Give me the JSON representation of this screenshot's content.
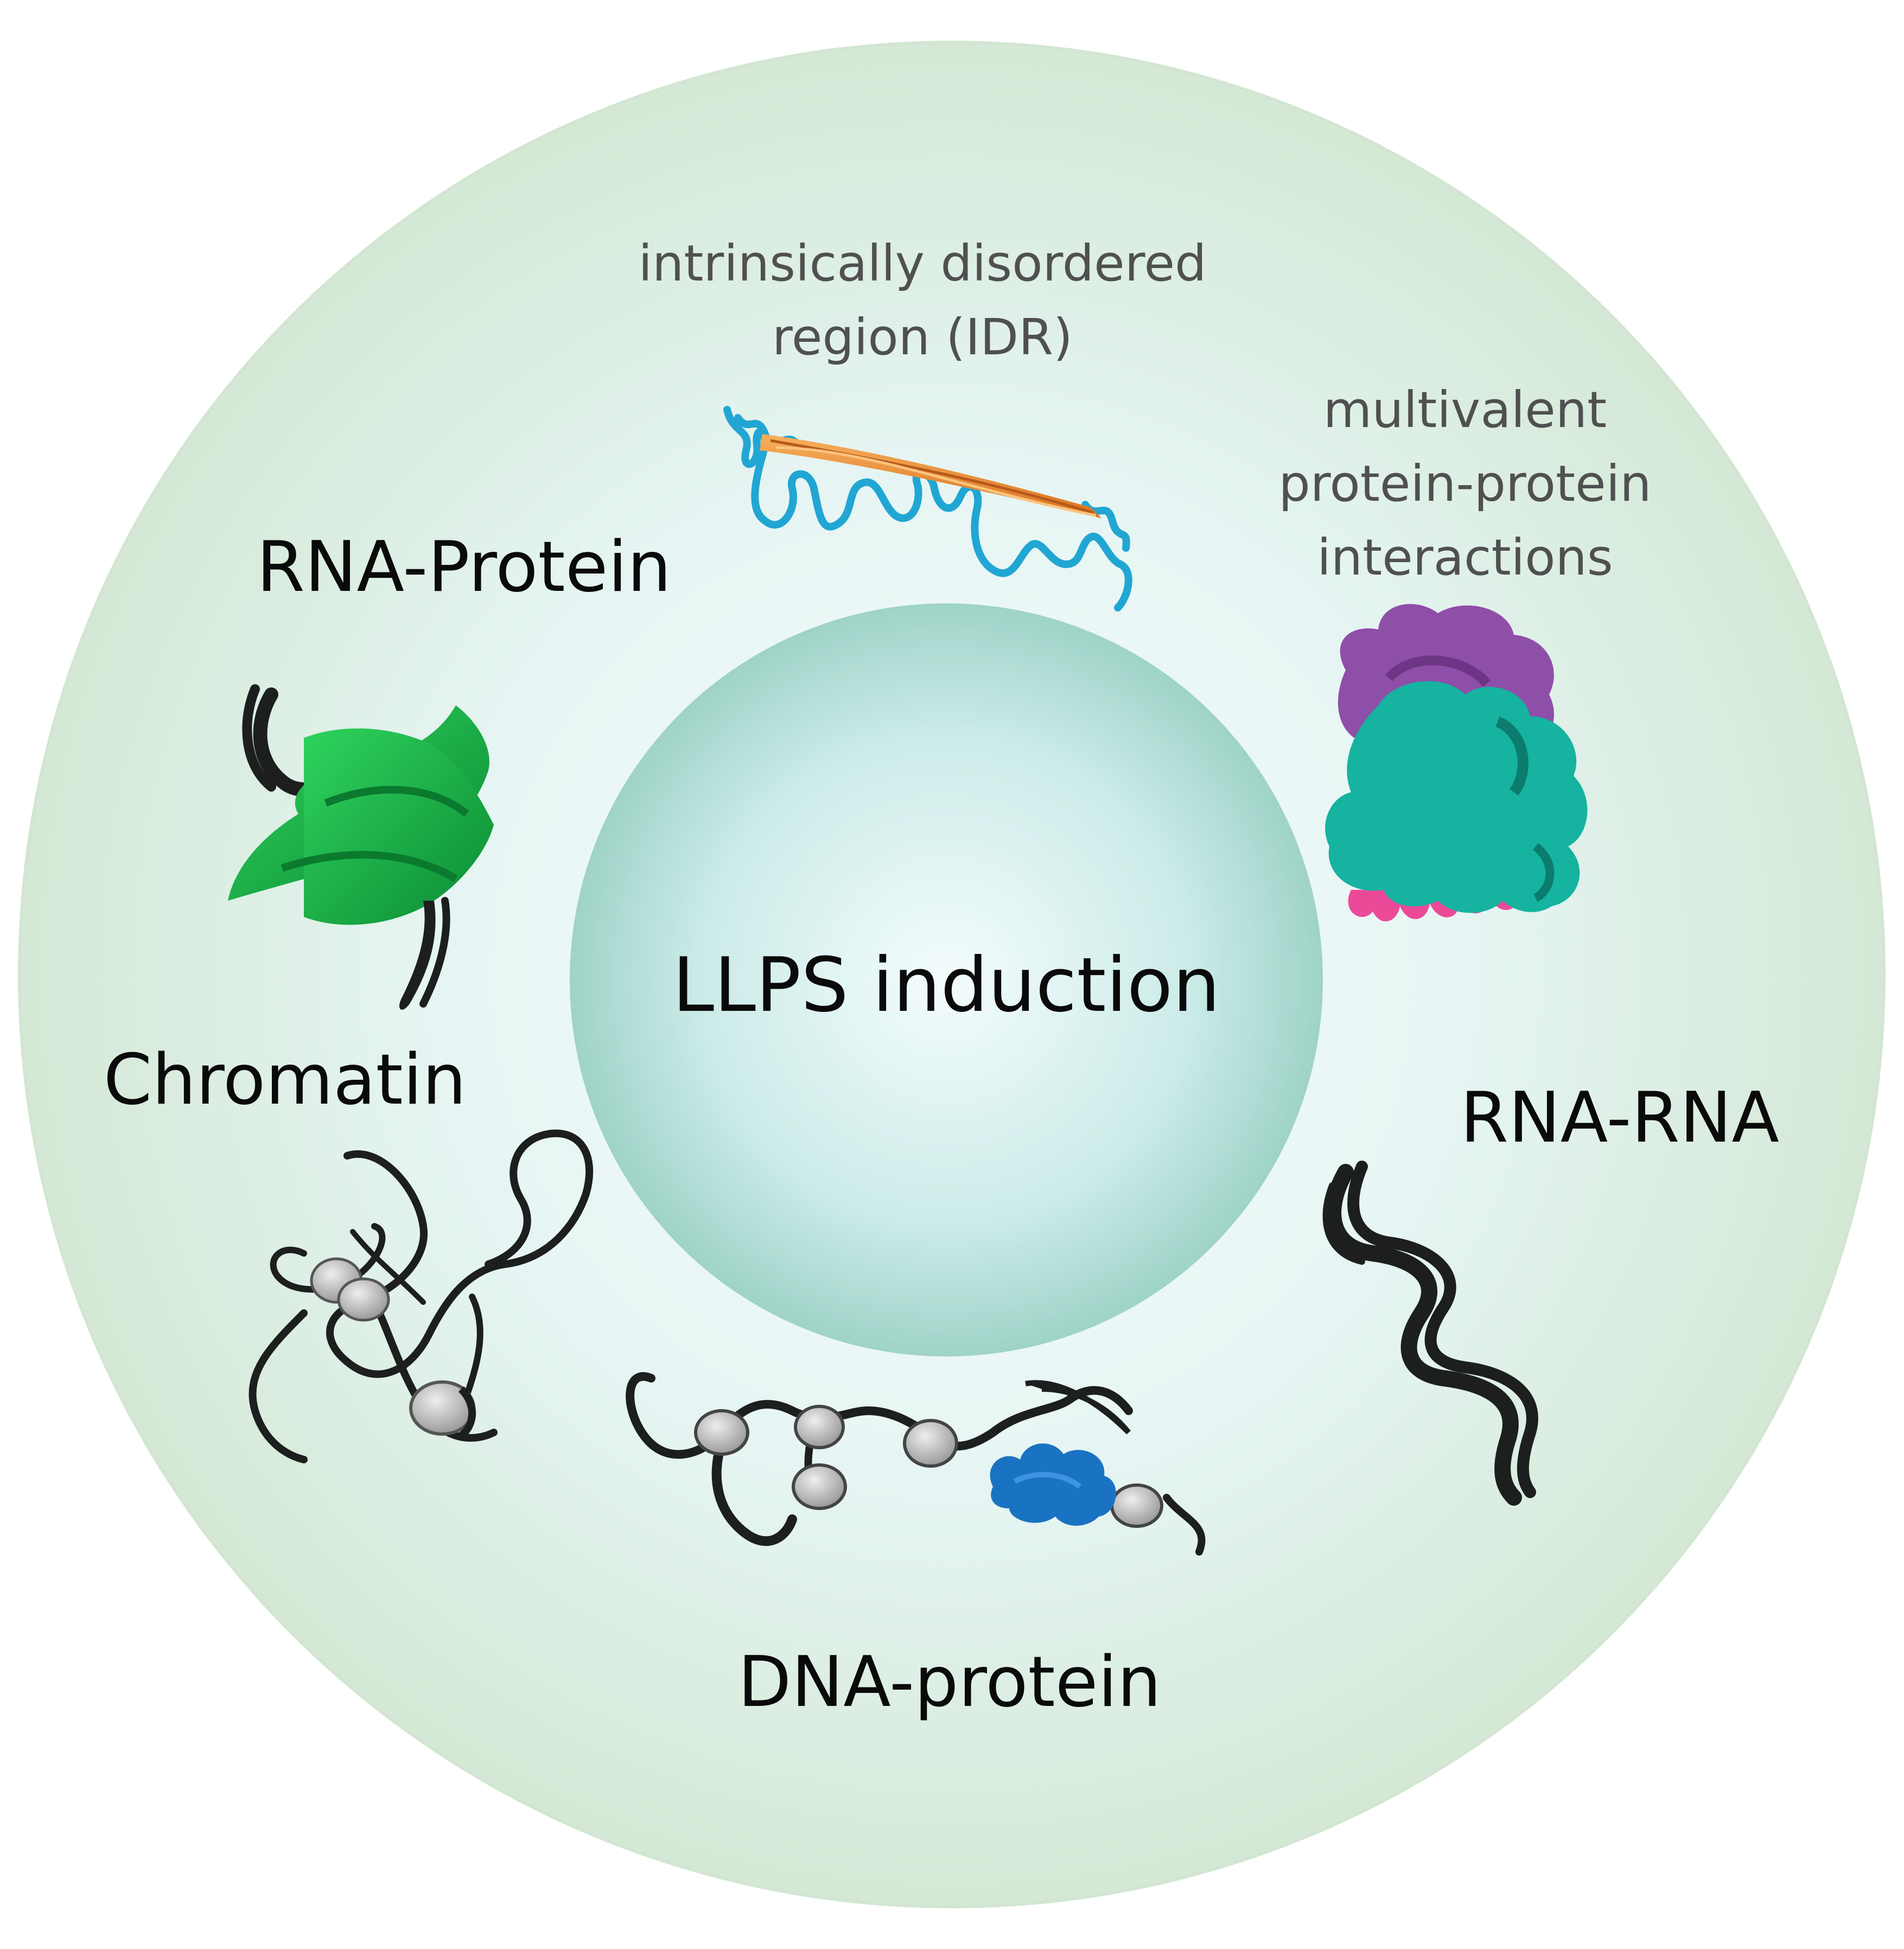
{
  "center_label": "LLPS induction",
  "labels": {
    "idr": [
      "intrinsically disordered",
      "region (IDR)"
    ],
    "multivalent": [
      "multivalent",
      "protein-protein",
      "interactions"
    ],
    "rna_protein": "RNA-Protein",
    "chromatin": "Chromatin",
    "rna_rna": "RNA-RNA",
    "dna_protein": "DNA-protein"
  },
  "icons": [
    "idr-helix-icon",
    "protein-complex-icon",
    "rna-protein-complex-icon",
    "chromatin-fiber-icon",
    "rna-duplex-icon",
    "nucleosome-dna-icon"
  ],
  "colors": {
    "outer_ring": "#d7e9d7",
    "inner_glow": "#e9f8f8",
    "center_sphere": "#aedbd3",
    "idr_coil": "#21a6d3",
    "idr_helix": "#f09238",
    "purple_protein": "#8e4fa8",
    "teal_protein": "#15b3a0",
    "pink_rna": "#ec4a98",
    "green_protein": "#18b046",
    "blue_protein": "#1a73c2",
    "nucleosome": "#c4c4c4",
    "strand": "#1c1f1e"
  }
}
